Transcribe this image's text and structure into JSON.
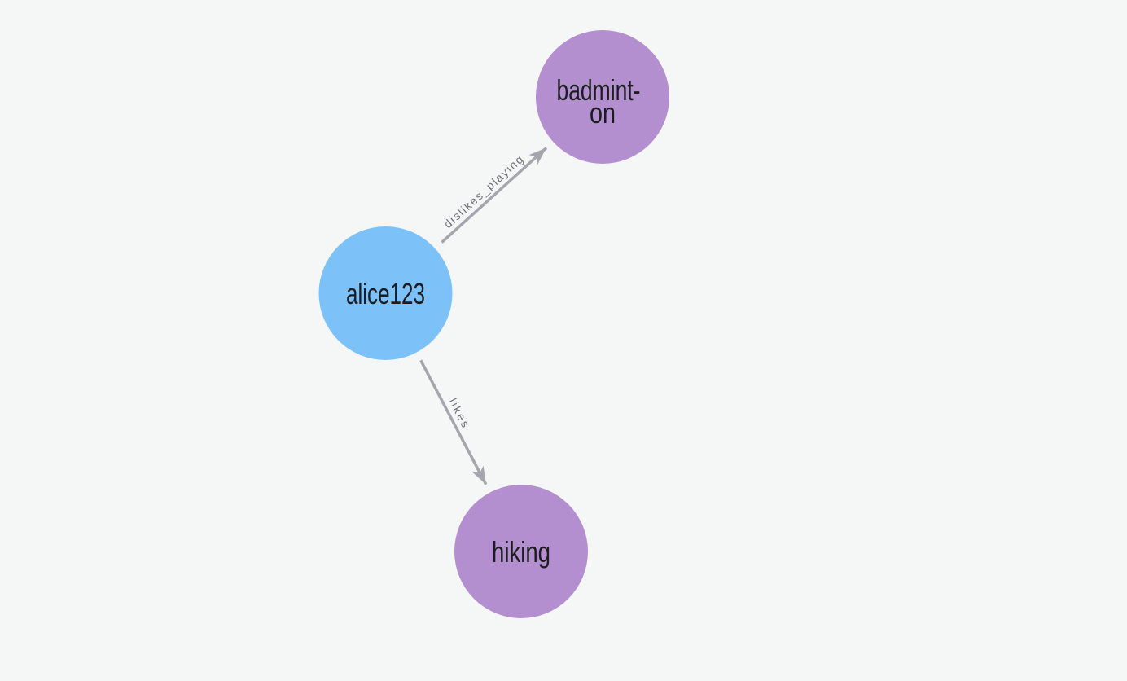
{
  "canvas": {
    "background_color": "#F5F6F6",
    "edge_color": "#A4A6AD",
    "edge_label_color": "#6F7277",
    "node_text_color": "#1C1D21"
  },
  "graph": {
    "nodes": [
      {
        "id": "alice123",
        "label": "alice123",
        "color": "#7CC1F8"
      },
      {
        "id": "badminton",
        "label": "badminton",
        "display_lines": [
          "badmint-",
          "on"
        ],
        "color": "#B48FD0"
      },
      {
        "id": "hiking",
        "label": "hiking",
        "color": "#B48FD0"
      }
    ],
    "edges": [
      {
        "source": "alice123",
        "target": "badminton",
        "label": "dislikes_playing"
      },
      {
        "source": "alice123",
        "target": "hiking",
        "label": "likes"
      }
    ]
  }
}
